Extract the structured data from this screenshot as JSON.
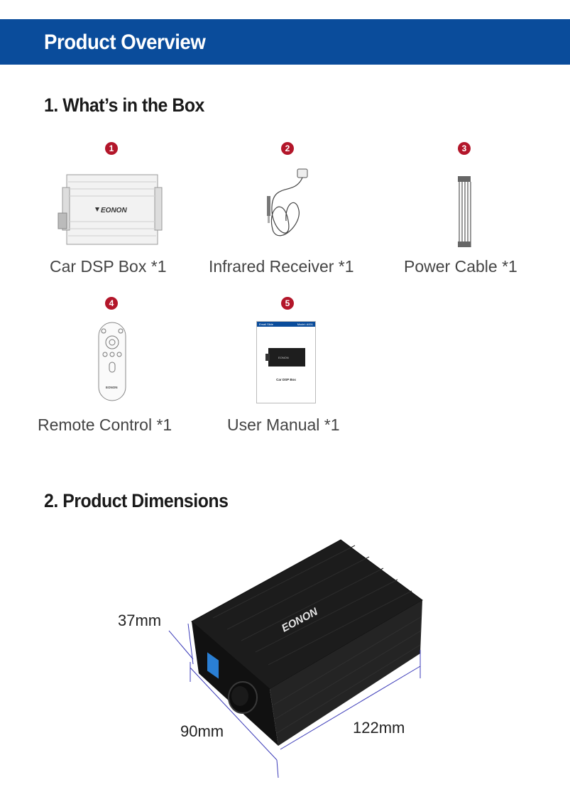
{
  "header": {
    "title": "Product Overview"
  },
  "sections": {
    "box": {
      "title": "1. What’s in the Box"
    },
    "dimensions": {
      "title": "2. Product Dimensions"
    }
  },
  "box_items": [
    {
      "number": "1",
      "label": "Car DSP Box  *1"
    },
    {
      "number": "2",
      "label": "Infrared Receiver  *1"
    },
    {
      "number": "3",
      "label": "Power Cable  *1"
    },
    {
      "number": "4",
      "label": "Remote Control  *1"
    },
    {
      "number": "5",
      "label": "User Manual  *1"
    }
  ],
  "brand": "EONON",
  "manual_cover": {
    "header_left": "Email Slide",
    "header_right": "Model: A001",
    "caption": "Car DSP Box"
  },
  "dimensions": {
    "height": "37mm",
    "depth": "90mm",
    "length": "122mm"
  },
  "colors": {
    "banner": "#0a4c9b",
    "badge": "#b3162a",
    "dimension_line": "#3a3ab8"
  }
}
